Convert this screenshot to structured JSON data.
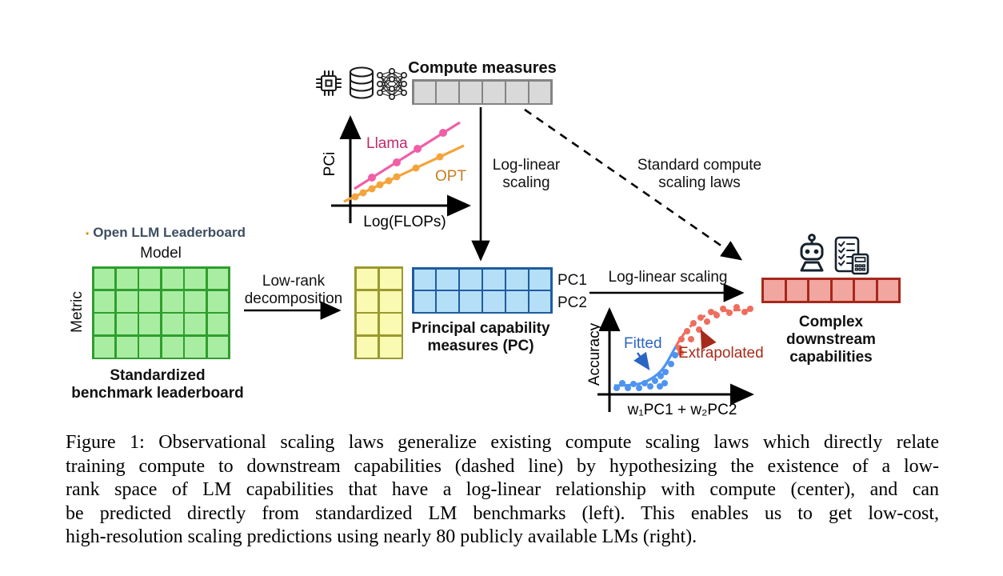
{
  "top": {
    "compute_label": "Compute measures",
    "icon_names": [
      "chip-icon",
      "database-icon",
      "neural-network-icon"
    ]
  },
  "arrows": {
    "log_linear_vertical": [
      "Log-linear",
      "scaling"
    ],
    "standard_compute": [
      "Standard compute",
      "scaling laws"
    ],
    "low_rank": [
      "Low-rank",
      "decomposition"
    ],
    "log_linear_horizontal": "Log-linear scaling"
  },
  "leaderboard": {
    "header": "Open LLM Leaderboard",
    "col_label": "Model",
    "row_label": "Metric",
    "caption": [
      "Standardized",
      "benchmark leaderboard"
    ]
  },
  "pc": {
    "caption": [
      "Principal capability",
      "measures (PC)"
    ],
    "row_labels": [
      "PC1",
      "PC2"
    ]
  },
  "downstream": {
    "caption": [
      "Complex downstream",
      "capabilities"
    ],
    "icon_names": [
      "robot-icon",
      "checklist-calculator-icon"
    ]
  },
  "grids": {
    "compute": {
      "rows": 1,
      "cols": 6,
      "fill": "#d9d9d9",
      "stroke": "#848484"
    },
    "benchmark": {
      "rows": 4,
      "cols": 6,
      "fill": "#a9eda2",
      "stroke": "#2f9e2f"
    },
    "lowrank": {
      "rows": 4,
      "cols": 2,
      "fill": "#fafab2",
      "stroke": "#9a992f"
    },
    "pc": {
      "rows": 2,
      "cols": 6,
      "fill": "#b5def7",
      "stroke": "#1f5c9e"
    },
    "downstream": {
      "rows": 1,
      "cols": 6,
      "fill": "#f1a79f",
      "stroke": "#a6281d"
    }
  },
  "chart_data": [
    {
      "id": "flops_plot",
      "type": "line",
      "title": "",
      "xlabel": "Log(FLOPs)",
      "ylabel": "PCi",
      "note": "schematic plot, no numeric ticks; point coords are SVG layout units",
      "series": [
        {
          "name": "Llama",
          "color": "#ef5fa7",
          "label_color": "#c0296e",
          "r": 5,
          "line": [
            [
              45,
              103
            ],
            [
              177,
              20
            ]
          ],
          "points": [
            [
              67,
              89
            ],
            [
              98,
              70
            ],
            [
              124,
              53
            ],
            [
              156,
              33
            ]
          ]
        },
        {
          "name": "OPT",
          "color": "#f4a43c",
          "label_color": "#c87e1e",
          "r": 4.5,
          "line": [
            [
              32,
              119
            ],
            [
              182,
              49
            ]
          ],
          "points": [
            [
              46,
              113
            ],
            [
              56,
              108
            ],
            [
              67,
              103
            ],
            [
              77,
              98
            ],
            [
              88,
              93
            ],
            [
              98,
              88
            ],
            [
              122,
              77
            ],
            [
              152,
              63
            ]
          ]
        }
      ]
    },
    {
      "id": "sigmoid_plot",
      "type": "scatter",
      "title": "",
      "xlabel": "w₁PC1 + w₂PC2",
      "ylabel": "Accuracy",
      "note": "schematic sigmoid, fitted region (blue solid) and extrapolated region (red dashed)",
      "series": [
        {
          "name": "Fitted",
          "color": "#4f94ef",
          "label_color": "#2b66c4",
          "r": 4,
          "points": [
            [
              36,
              110
            ],
            [
              43,
              104
            ],
            [
              50,
              110
            ],
            [
              57,
              105
            ],
            [
              64,
              110
            ],
            [
              71,
              104
            ],
            [
              78,
              108
            ],
            [
              84,
              101
            ],
            [
              90,
              108
            ],
            [
              91,
              95
            ],
            [
              97,
              90
            ],
            [
              96,
              104
            ],
            [
              104,
              80
            ],
            [
              109,
              69
            ]
          ]
        },
        {
          "name": "Extrapolated",
          "color": "#ee6e5e",
          "label_color": "#a62b1a",
          "r": 4,
          "points": [
            [
              114,
              60
            ],
            [
              117,
              49
            ],
            [
              116,
              66
            ],
            [
              124,
              39
            ],
            [
              129,
              49
            ],
            [
              132,
              29
            ],
            [
              139,
              37
            ],
            [
              141,
              22
            ],
            [
              149,
              27
            ],
            [
              154,
              15
            ],
            [
              161,
              19
            ],
            [
              169,
              11
            ],
            [
              177,
              16
            ],
            [
              186,
              9
            ],
            [
              196,
              15
            ],
            [
              203,
              11
            ]
          ]
        }
      ]
    }
  ],
  "caption": {
    "lines": [
      "Figure 1: Observational scaling laws generalize existing compute scaling laws which directly relate",
      "training compute to downstream capabilities (dashed line) by hypothesizing the existence of a low-",
      "rank space of LM capabilities that have a log-linear relationship with compute (center), and can",
      "be predicted directly from standardized LM benchmarks (left).  This enables us to get low-cost,",
      "high-resolution scaling predictions using nearly 80 publicly available LMs (right)."
    ]
  }
}
